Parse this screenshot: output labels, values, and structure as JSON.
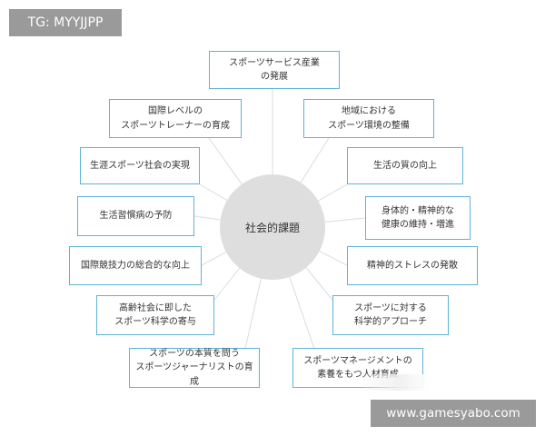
{
  "watermark": {
    "top_left": "TG: MYYJJPP",
    "bottom_right": "www.gamesyabo.com"
  },
  "diagram": {
    "center": "社会的課題",
    "nodes": {
      "top": "スポーツサービス産業\nの発展",
      "left1": "国際レベルの\nスポーツトレーナーの育成",
      "left2": "生涯スポーツ社会の実現",
      "left3": "生活習慣病の予防",
      "left4": "国際競技力の総合的な向上",
      "left5": "高齢社会に即した\nスポーツ科学の寄与",
      "bottom_left": "スポーツの本質を問う\nスポーツジャーナリストの育成",
      "right1": "地域における\nスポーツ環境の整備",
      "right2": "生活の質の向上",
      "right3": "身体的・精神的な\n健康の維持・増進",
      "right4": "精神的ストレスの発散",
      "right5": "スポーツに対する\n科学的アプローチ",
      "bottom_right": "スポーツマネージメントの\n素養をもつ人材育成"
    }
  },
  "colors": {
    "node_border": "#5fb2d6",
    "connector": "#d7dde3",
    "center_fill": "#dedede",
    "badge_bg": "#9a9a9a"
  }
}
